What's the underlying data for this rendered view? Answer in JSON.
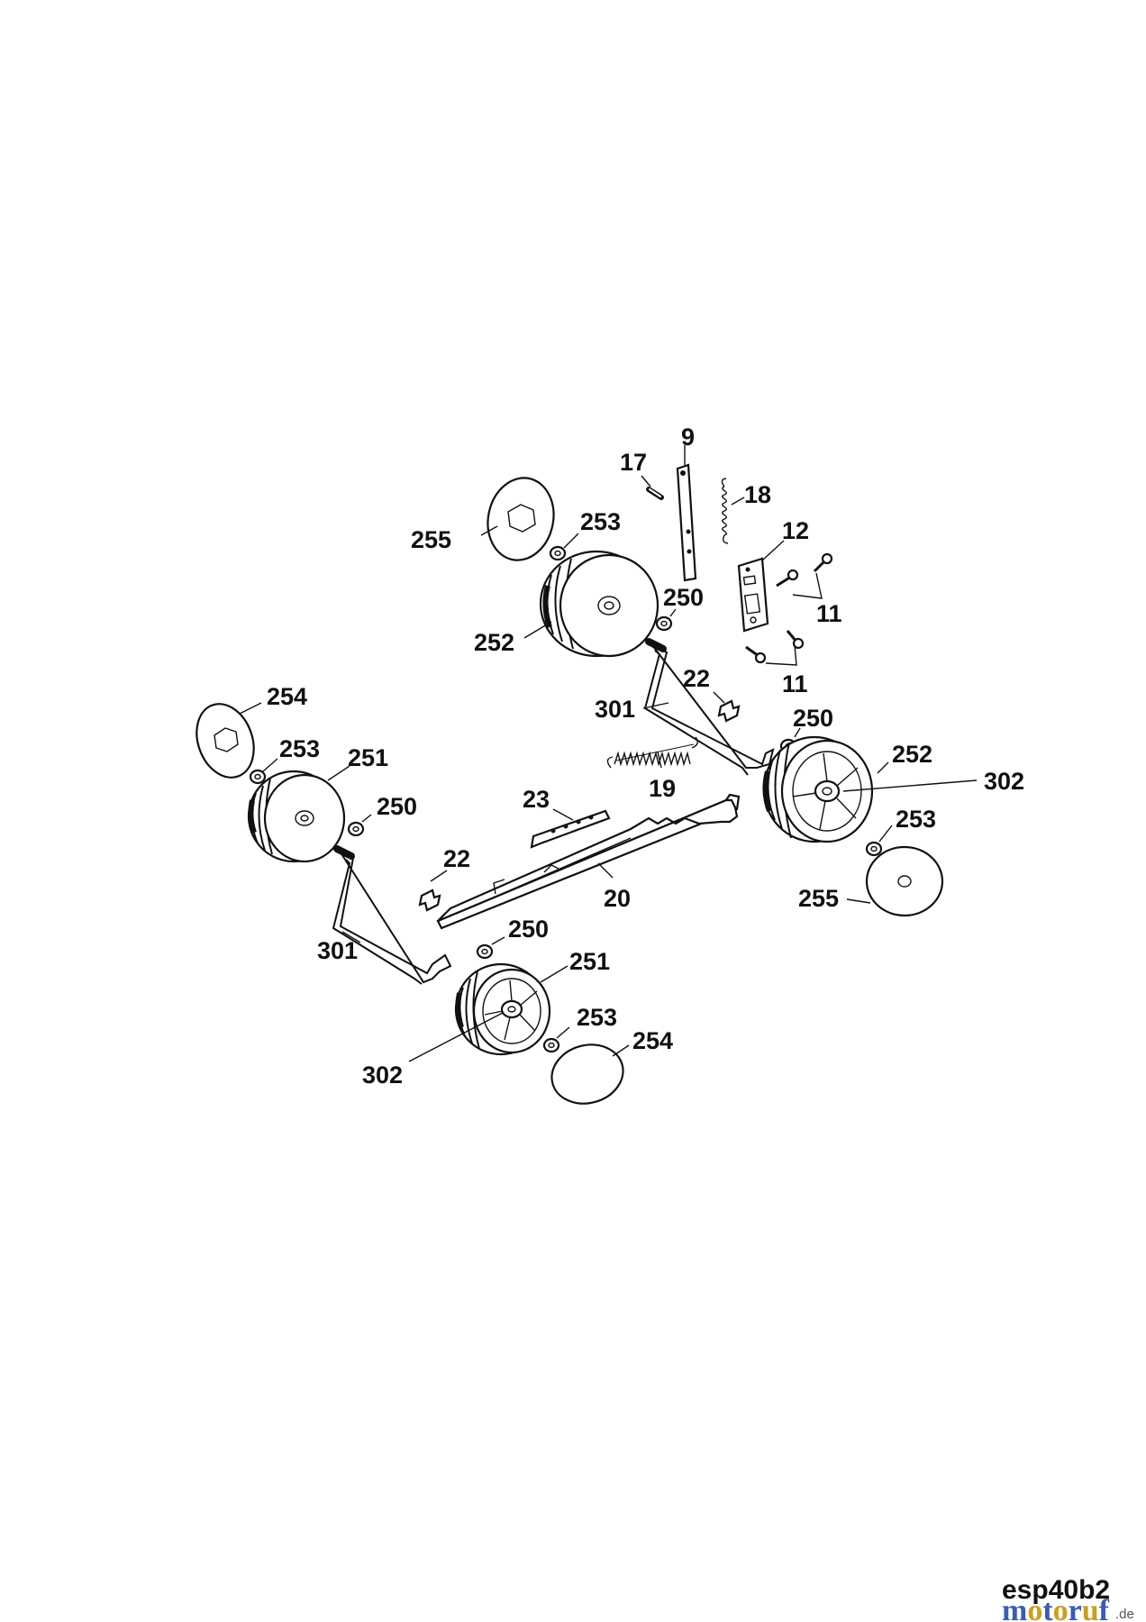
{
  "diagram": {
    "code": "esp40b2",
    "watermark": {
      "text": "motoruf",
      "suffix": ".de"
    },
    "labels": {
      "l9": "9",
      "l17": "17",
      "l18": "18",
      "l12": "12",
      "l255_top": "255",
      "l253_top": "253",
      "l250_top": "250",
      "l11_a": "11",
      "l252_top": "252",
      "l11_b": "11",
      "l22_right": "22",
      "l301_right": "301",
      "l250_right": "250",
      "l254_left": "254",
      "l252_right": "252",
      "l253_left": "253",
      "l251_left": "251",
      "l302_right": "302",
      "l19": "19",
      "l250_left": "250",
      "l23": "23",
      "l253_right": "253",
      "l22_left": "22",
      "l20": "20",
      "l255_right": "255",
      "l250_bottom": "250",
      "l301_left": "301",
      "l251_bottom": "251",
      "l253_bottom": "253",
      "l254_bottom": "254",
      "l302_left": "302"
    }
  }
}
